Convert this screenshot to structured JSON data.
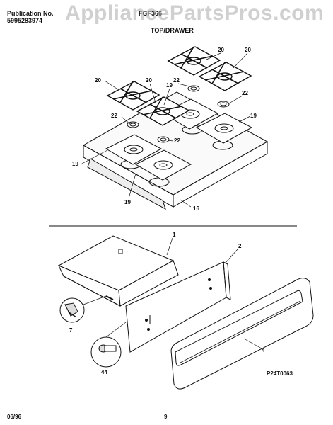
{
  "header": {
    "publication_label": "Publication No.",
    "publication_number": "5995283974",
    "model_number": "FGF366",
    "watermark": "AppliancePartsPros.com",
    "section_title": "TOP/DRAWER"
  },
  "callouts": {
    "grate": "20",
    "grate_b": "20",
    "grate_c": "20",
    "grate_d": "20",
    "cap_a": "22",
    "cap_b": "22",
    "cap_c": "22",
    "cap_d": "22",
    "pan_a": "19",
    "pan_b": "19",
    "pan_c": "19",
    "pan_d": "19",
    "cooktop": "16",
    "drawer": "1",
    "drawer_back": "2",
    "drawer_front": "4",
    "glide": "7",
    "roller": "44"
  },
  "diagram_code": "P24T0063",
  "footer": {
    "date": "06/96",
    "page": "9"
  }
}
